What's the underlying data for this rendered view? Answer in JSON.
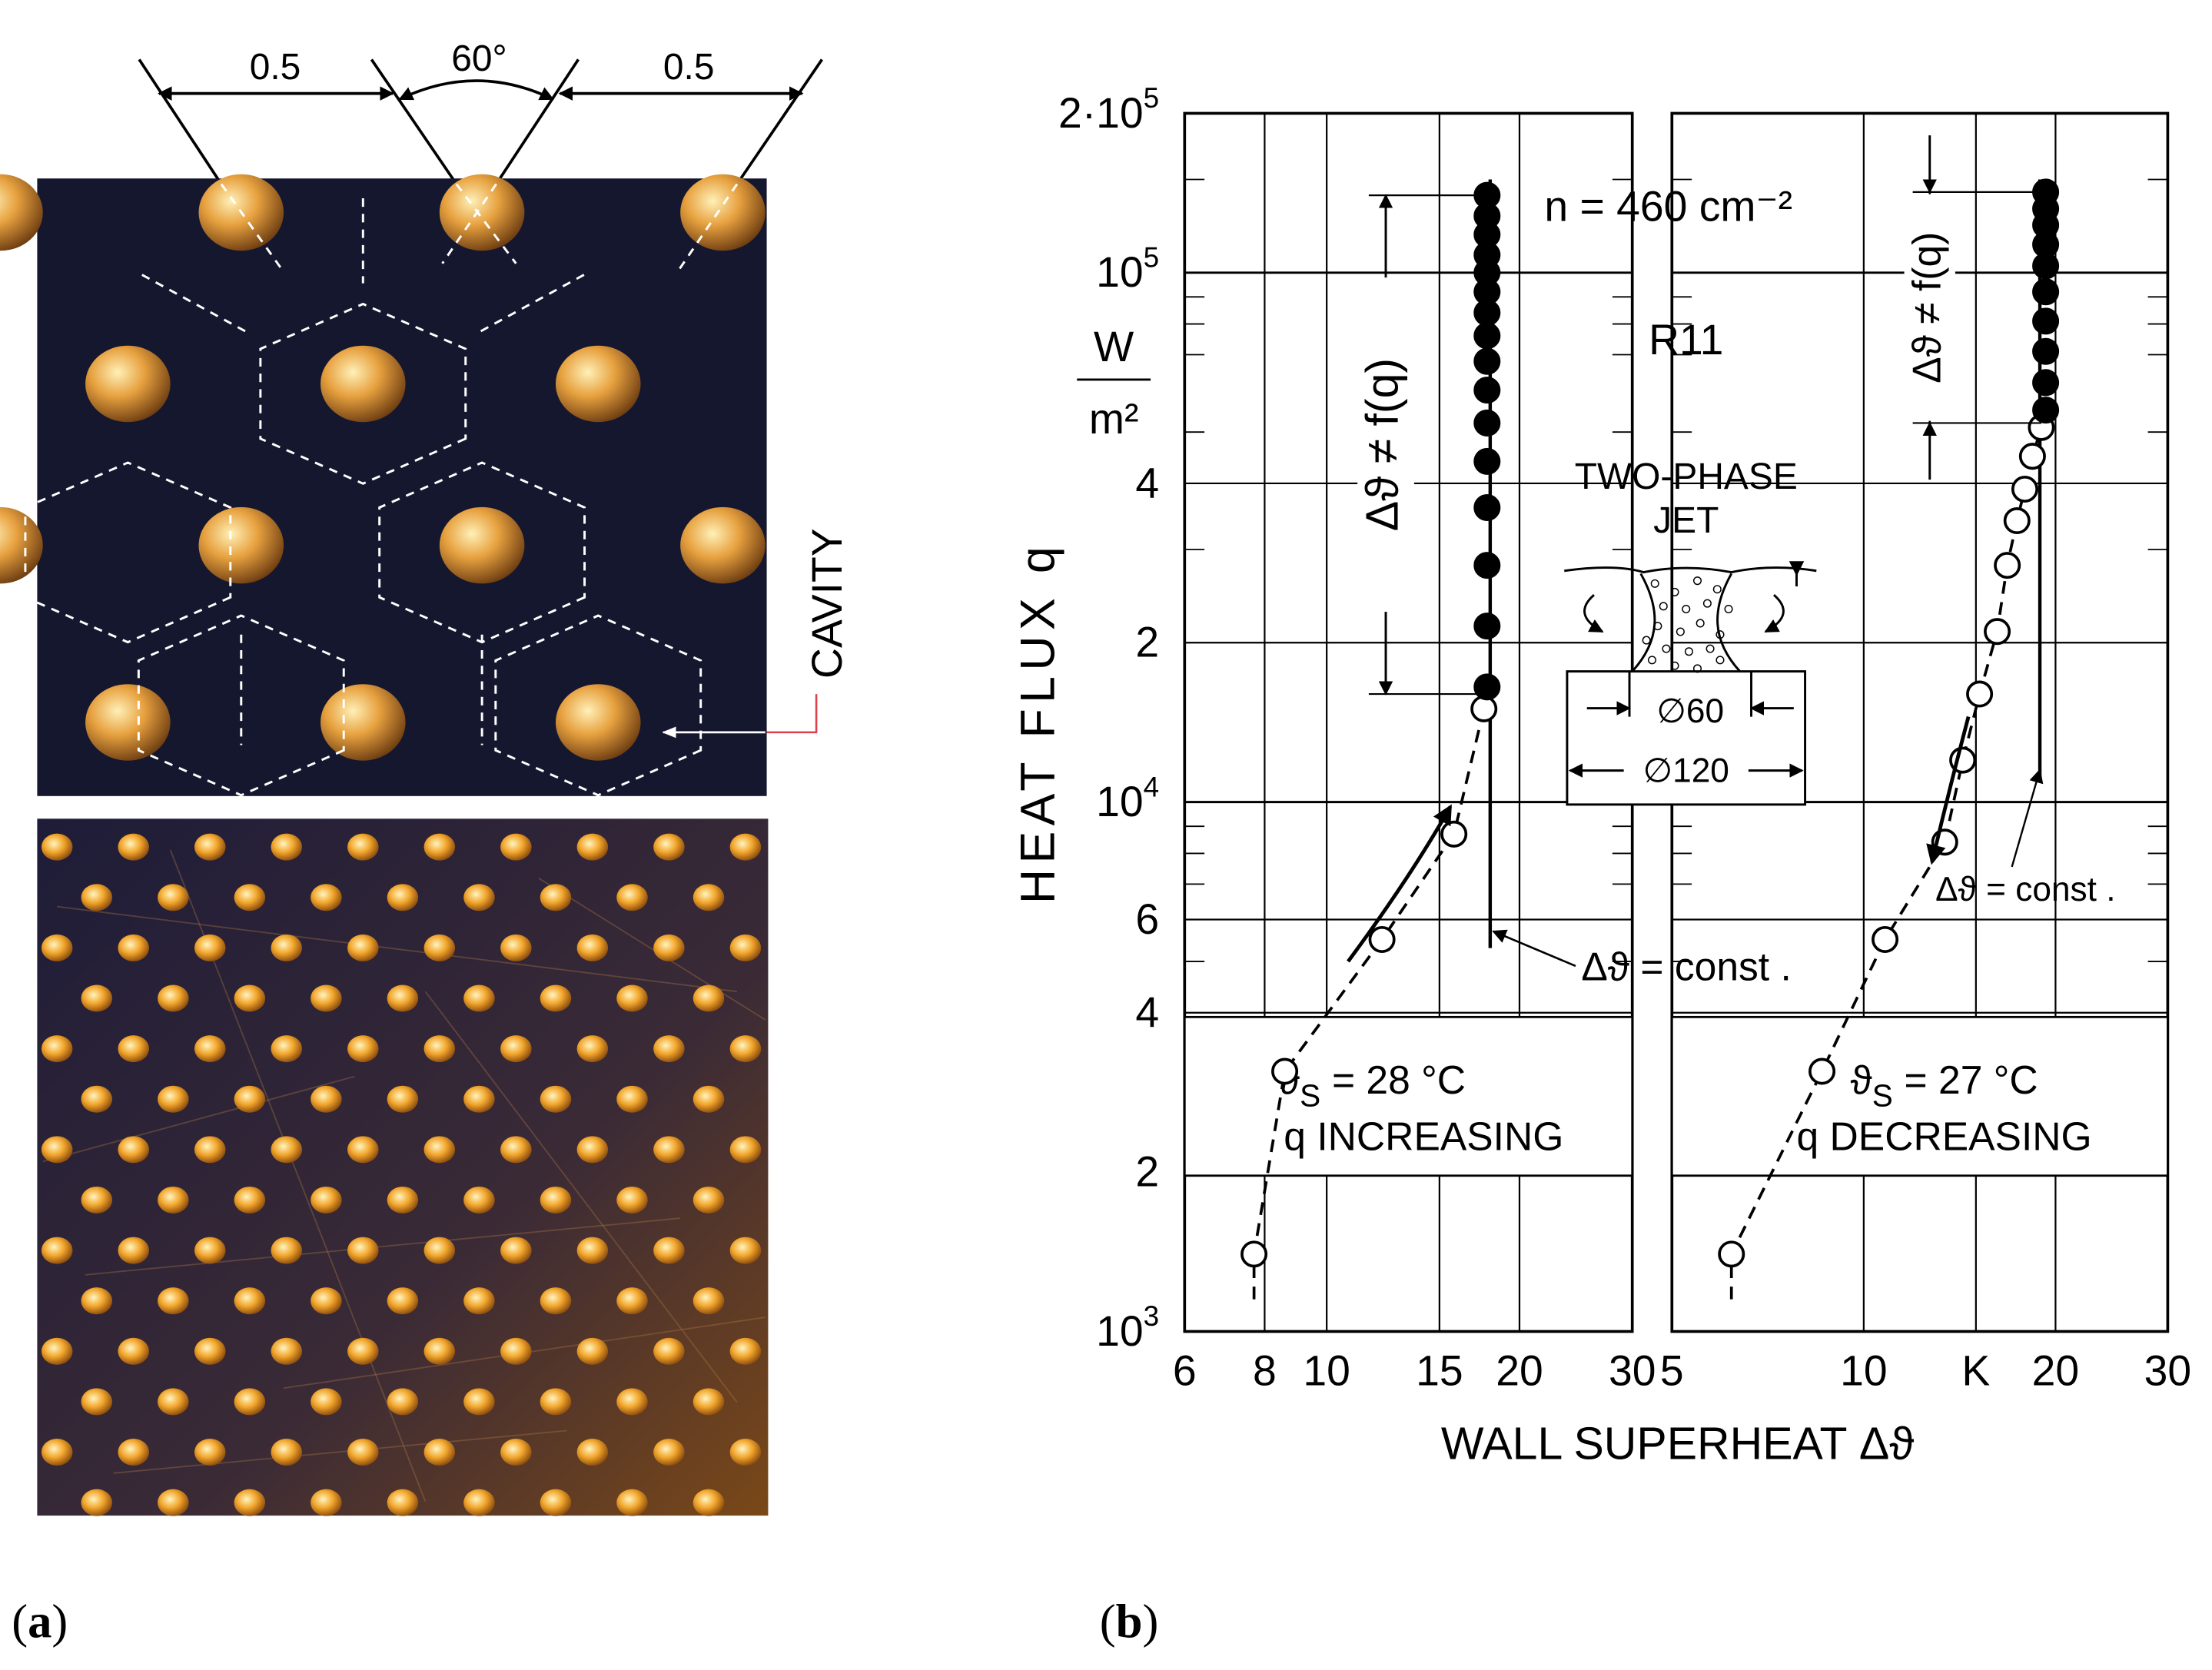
{
  "panel_a": {
    "label": "(a)",
    "label_prefix": "(",
    "label_letter": "a",
    "label_suffix": ")",
    "dimension_left": "0.5",
    "dimension_angle": "60°",
    "dimension_right": "0.5",
    "cavity_label": "CAVITY",
    "colors": {
      "background": "#15172e",
      "cavity": "#e7a13f",
      "guide_lines": "#ffffff",
      "leader": "#e0404a"
    }
  },
  "panel_b": {
    "label": "(b)",
    "label_prefix": "(",
    "label_letter": "b",
    "label_suffix": ")",
    "inset": {
      "density": "n = 460 cm⁻²",
      "fluid": "R11",
      "jet_title_1": "TWO-PHASE",
      "jet_title_2": "JET",
      "inner_diameter": "∅60",
      "outer_diameter": "∅120"
    }
  },
  "chart_data": {
    "type": "scatter",
    "yscale": "log",
    "ylim": [
      1000,
      200000
    ],
    "ylabel": "HEAT FLUX q",
    "yunit_numerator": "W",
    "yunit_denominator": "m²",
    "ytick_labels": [
      {
        "value": 1000,
        "mant": "10",
        "exp": "3"
      },
      {
        "value": 2000,
        "mant": "2",
        "exp": ""
      },
      {
        "value": 4000,
        "mant": "4",
        "exp": ""
      },
      {
        "value": 6000,
        "mant": "6",
        "exp": ""
      },
      {
        "value": 10000,
        "mant": "10",
        "exp": "4"
      },
      {
        "value": 20000,
        "mant": "2",
        "exp": ""
      },
      {
        "value": 40000,
        "mant": "4",
        "exp": ""
      },
      {
        "value": 100000,
        "mant": "10",
        "exp": "5"
      },
      {
        "value": 200000,
        "mant": "2·10",
        "exp": "5"
      }
    ],
    "xlabel": "WALL SUPERHEAT Δϑ",
    "xunit": "K",
    "panels": [
      {
        "xscale": "log",
        "xlim": [
          6,
          30
        ],
        "xtick_labels": [
          "6",
          "8",
          "10",
          "15",
          "20",
          "30"
        ],
        "xtick_values": [
          6,
          8,
          10,
          15,
          20,
          30
        ],
        "condition_temp_prefix": "ϑ",
        "condition_temp_sub": "S",
        "condition_temp_value": "= 28 °C",
        "condition_dir": "q INCREASING",
        "series": [
          {
            "marker": "open",
            "x": [
              7.7,
              8.6,
              12.2,
              15.8,
              17.6
            ],
            "y": [
              1400,
              3100,
              5500,
              8700,
              15000
            ]
          },
          {
            "marker": "filled",
            "x": [
              17.8,
              17.8,
              17.8,
              17.8,
              17.8,
              17.8,
              17.8,
              17.8,
              17.8,
              17.8,
              17.8,
              17.8,
              17.8,
              17.8,
              17.8,
              17.8
            ],
            "y": [
              16500,
              21500,
              28000,
              36000,
              44000,
              52000,
              60000,
              68000,
              76000,
              84000,
              92000,
              100000,
              108000,
              118000,
              128000,
              140000
            ]
          }
        ],
        "const_line_x": 18.0,
        "const_line_y": [
          5300,
          150000
        ],
        "annotation_const": "Δϑ = const .",
        "annotation_indep": "Δϑ ≠ f(q)",
        "indep_range": [
          16000,
          140000
        ]
      },
      {
        "xscale": "log",
        "xlim": [
          5,
          30
        ],
        "xtick_labels": [
          "5",
          "10",
          "K",
          "20",
          "30"
        ],
        "xtick_values": [
          5,
          10,
          15,
          20,
          30
        ],
        "condition_temp_prefix": "ϑ",
        "condition_temp_sub": "S",
        "condition_temp_value": "= 27 °C",
        "condition_dir": "q DECREASING",
        "series": [
          {
            "marker": "open",
            "x": [
              6.2,
              8.6,
              10.8,
              13.4,
              14.3,
              15.2,
              16.2,
              16.8,
              17.4,
              17.9,
              18.4,
              19.0
            ],
            "y": [
              1400,
              3100,
              5500,
              8400,
              12000,
              16000,
              21000,
              28000,
              34000,
              39000,
              45000,
              51000
            ]
          },
          {
            "marker": "filled",
            "x": [
              19.3,
              19.3,
              19.3,
              19.3,
              19.3,
              19.3,
              19.3,
              19.3,
              19.3,
              19.3
            ],
            "y": [
              55000,
              62000,
              71000,
              81000,
              92000,
              103000,
              113000,
              123000,
              132000,
              142000
            ]
          }
        ],
        "const_line_x": 18.9,
        "const_line_y": [
          11000,
          150000
        ],
        "annotation_const": "Δϑ = const .",
        "annotation_indep": "Δϑ ≠ f(q)",
        "indep_range": [
          52000,
          142000
        ]
      }
    ]
  }
}
